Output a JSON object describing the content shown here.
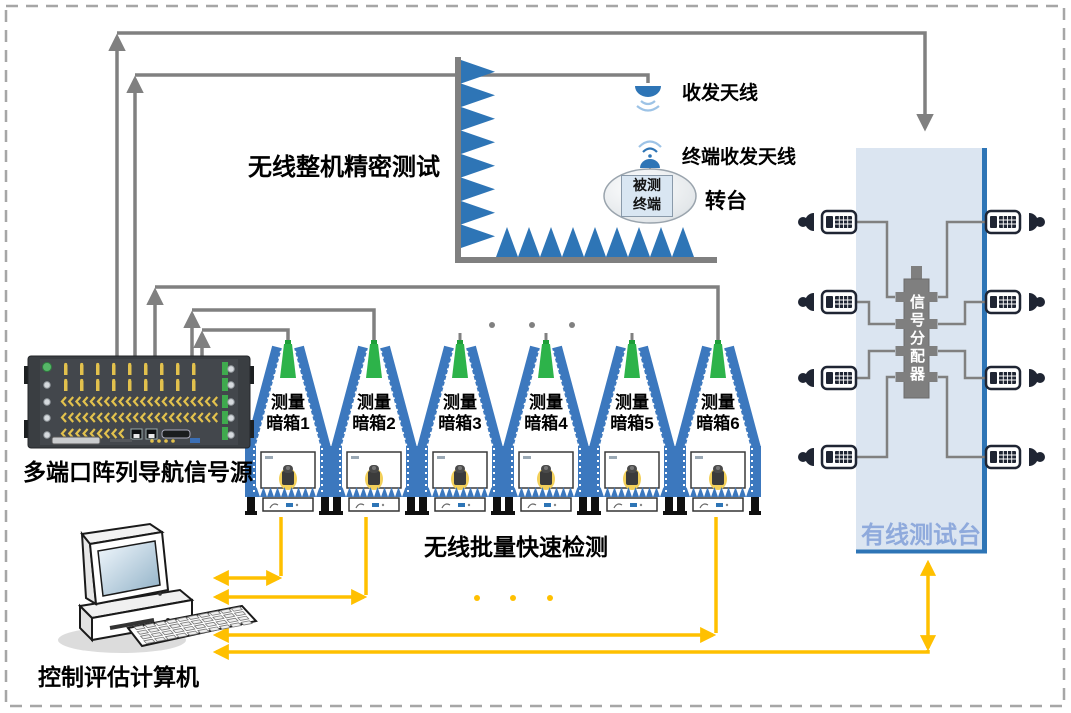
{
  "labels": {
    "precision_test": "无线整机精密测试",
    "tx_rx_antenna": "收发天线",
    "terminal_antenna": "终端收发天线",
    "turntable": "转台",
    "batch_test": "无线批量快速检测",
    "signal_source": "多端口阵列导航信号源",
    "control_computer": "控制评估计算机",
    "wired_bench": "有线测试台",
    "signal_splitter": "信号分配器"
  },
  "dut": {
    "line1": "被测",
    "line2": "终端"
  },
  "chambers": [
    {
      "line1": "测量",
      "line2": "暗箱1"
    },
    {
      "line1": "测量",
      "line2": "暗箱2"
    },
    {
      "line1": "测量",
      "line2": "暗箱3"
    },
    {
      "line1": "测量",
      "line2": "暗箱4"
    },
    {
      "line1": "测量",
      "line2": "暗箱5"
    },
    {
      "line1": "测量",
      "line2": "暗箱6"
    }
  ],
  "colors": {
    "line_gray": "#808080",
    "line_yellow": "#FFC000",
    "absorber_blue": "#2E75B6",
    "chamber_blue": "#3C78BE",
    "antenna_green": "#2DB34A",
    "bench_fill": "#DBE5F1",
    "bench_border": "#2E75B6",
    "bench_text": "#8FAADC",
    "splitter_gray": "#7F7F7F",
    "phone_navy": "#1F2533"
  }
}
